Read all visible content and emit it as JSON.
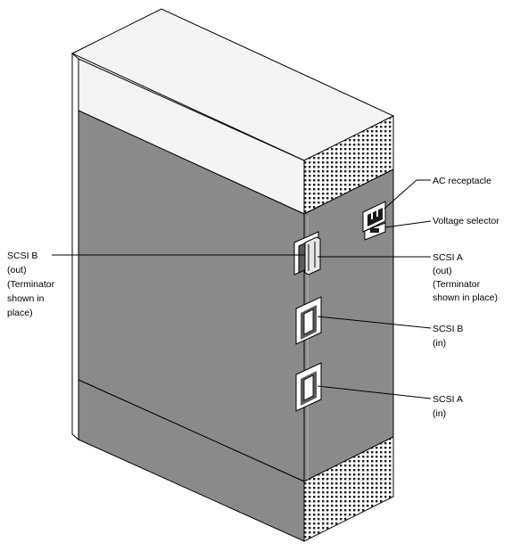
{
  "colors": {
    "background": "#ffffff",
    "outline": "#000000",
    "cabinet_gray": "#8a8a8a",
    "cabinet_light": "#f4f4f4"
  },
  "labels": {
    "ac_receptacle": [
      "AC receptacle"
    ],
    "voltage_selector": [
      "Voltage selector"
    ],
    "scsi_b_out": [
      "SCSI B",
      "(out)",
      "(Terminator",
      "shown in",
      "place)"
    ],
    "scsi_a_out": [
      "SCSI A",
      "(out)",
      "(Terminator",
      "shown in place)"
    ],
    "scsi_b_in": [
      "SCSI B",
      "(in)"
    ],
    "scsi_a_in": [
      "SCSI A",
      "(in)"
    ]
  }
}
